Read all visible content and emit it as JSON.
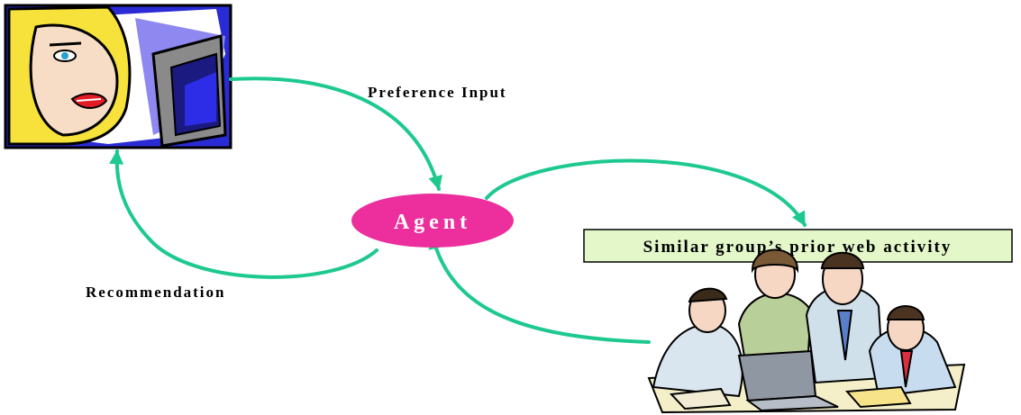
{
  "diagram": {
    "labels": {
      "preference_input": "Preference Input",
      "agent": "Agent",
      "recommendation": "Recommendation",
      "similar_group": "Similar group’s prior web activity"
    },
    "colors": {
      "arrow": "#1ec98e",
      "agent_fill": "#ec2f9c",
      "agent_text": "#ffffff",
      "box_fill": "#e3f7c9",
      "box_border": "#000000"
    },
    "images": {
      "user": "woman-at-computer-clipart",
      "group": "business-group-at-laptop-clipart"
    }
  }
}
